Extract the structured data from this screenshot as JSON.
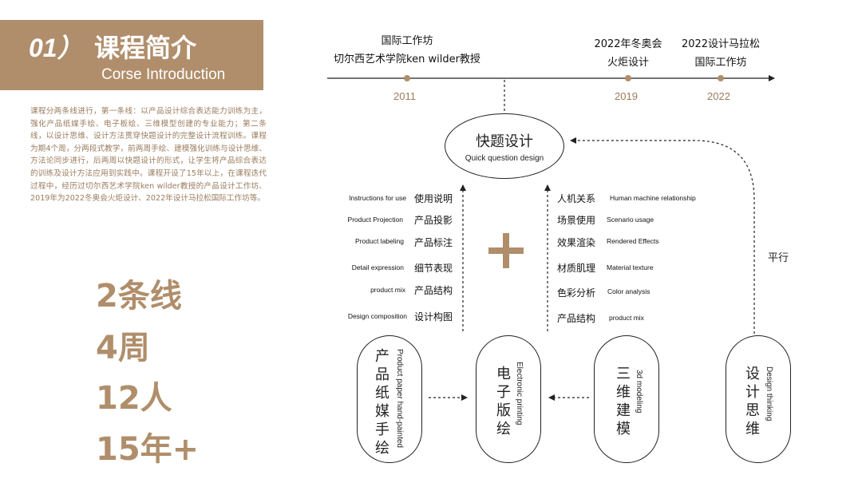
{
  "header": {
    "number": "01）",
    "title": "课程简介",
    "subtitle": "Corse Introduction"
  },
  "intro_text": "课程分两条线进行，第一条线：以产品设计综合表达能力训练为主，强化产品纸媒手绘、电子板绘、三维模型创建的专业能力；第二条线，以设计思维、设计方法贯穿快题设计的完整设计流程训练。课程为期4个周，分两段式教学，前两周手绘、建模强化训练与设计思维、方法论同步进行，后两周以快题设计的形式，让学生将产品综合表达的训练及设计方法应用到实践中。课程开设了15年以上，在课程迭代过程中，经历过切尔西艺术学院ken wilder教授的产品设计工作坊、2019年为2022冬奥会火炬设计、2022年设计马拉松国际工作坊等。",
  "stats": [
    "2条线",
    "4周",
    "12人",
    "15年+"
  ],
  "timeline": {
    "events": [
      {
        "line1": "国际工作坊",
        "line2": "切尔西艺术学院ken wilder教授",
        "year": "2011"
      },
      {
        "line1": "2022年冬奥会",
        "line2": "火炬设计",
        "year": "2019"
      },
      {
        "line1": "2022设计马拉松",
        "line2": "国际工作坊",
        "year": "2022"
      }
    ]
  },
  "center": {
    "title": "快题设计",
    "subtitle": "Quick question design"
  },
  "left_list": [
    {
      "en": "Instructions for use",
      "cn": "使用说明"
    },
    {
      "en": "Product Projection",
      "cn": "产品投影"
    },
    {
      "en": "Product labeling",
      "cn": "产品标注"
    },
    {
      "en": "Detail expression",
      "cn": "细节表现"
    },
    {
      "en": "product mix",
      "cn": "产品结构"
    },
    {
      "en": "Design composition",
      "cn": "设计构图"
    }
  ],
  "right_list": [
    {
      "cn": "人机关系",
      "en": "Human machine relationship"
    },
    {
      "cn": "场景使用",
      "en": "Scenario usage"
    },
    {
      "cn": "效果渲染",
      "en": "Rendered Effects"
    },
    {
      "cn": "材质肌理",
      "en": "Material texture"
    },
    {
      "cn": "色彩分析",
      "en": "Color analysis"
    },
    {
      "cn": "产品结构",
      "en": "product mix"
    }
  ],
  "pills": [
    {
      "cn": "产品纸媒手绘",
      "en": "Product paper hand-painted"
    },
    {
      "cn": "电子版绘",
      "en": "Electronic printing"
    },
    {
      "cn": "三维建模",
      "en": "3d modeling"
    },
    {
      "cn": "设计思维",
      "en": "Design thinking"
    }
  ],
  "parallel_label": "平行",
  "colors": {
    "accent": "#b08e6b",
    "line": "#222222"
  }
}
